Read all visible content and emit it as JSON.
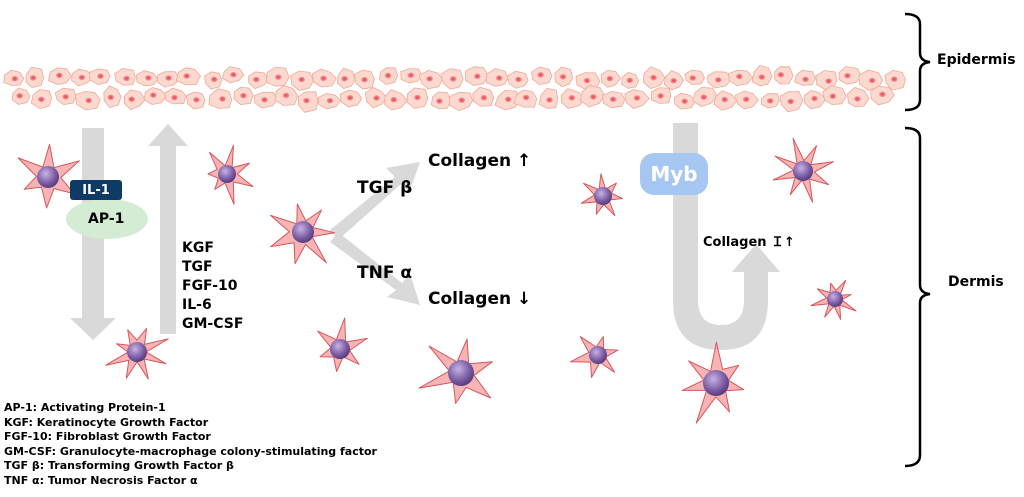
{
  "labels": {
    "epidermis": "Epidermis",
    "dermis": "Dermis",
    "il1": "IL-1",
    "ap1": "AP-1",
    "tgf_beta": "TGF β",
    "tnf_alpha": "TNF α",
    "collagen_up": "Collagen ↑",
    "collagen_down": "Collagen ↓",
    "myb": "Myb",
    "collagen_myb": "Collagen Ｉ↑"
  },
  "secreted_factors": [
    "KGF",
    "TGF",
    "FGF-10",
    "IL-6",
    "GM-CSF"
  ],
  "legend": [
    "AP-1: Activating Protein-1",
    "KGF: Keratinocyte Growth Factor",
    "FGF-10: Fibroblast Growth Factor",
    "GM-CSF: Granulocyte-macrophage colony-stimulating factor",
    "TGF β: Transforming Growth Factor β",
    "TNF α: Tumor Necrosis Factor α"
  ],
  "colors": {
    "cell_fill": "#f6b4b4",
    "cell_stroke": "#d9555c",
    "nucleus": "#7d5fa5",
    "arrow": "#d9d9d9",
    "myb_fill": "#a7c7f3",
    "il1_fill": "#0e3a66",
    "ap1_fill": "#d5ecd4",
    "epidermis_cell": "#fbd9cf",
    "epidermis_nucleus": "#e8394a"
  }
}
